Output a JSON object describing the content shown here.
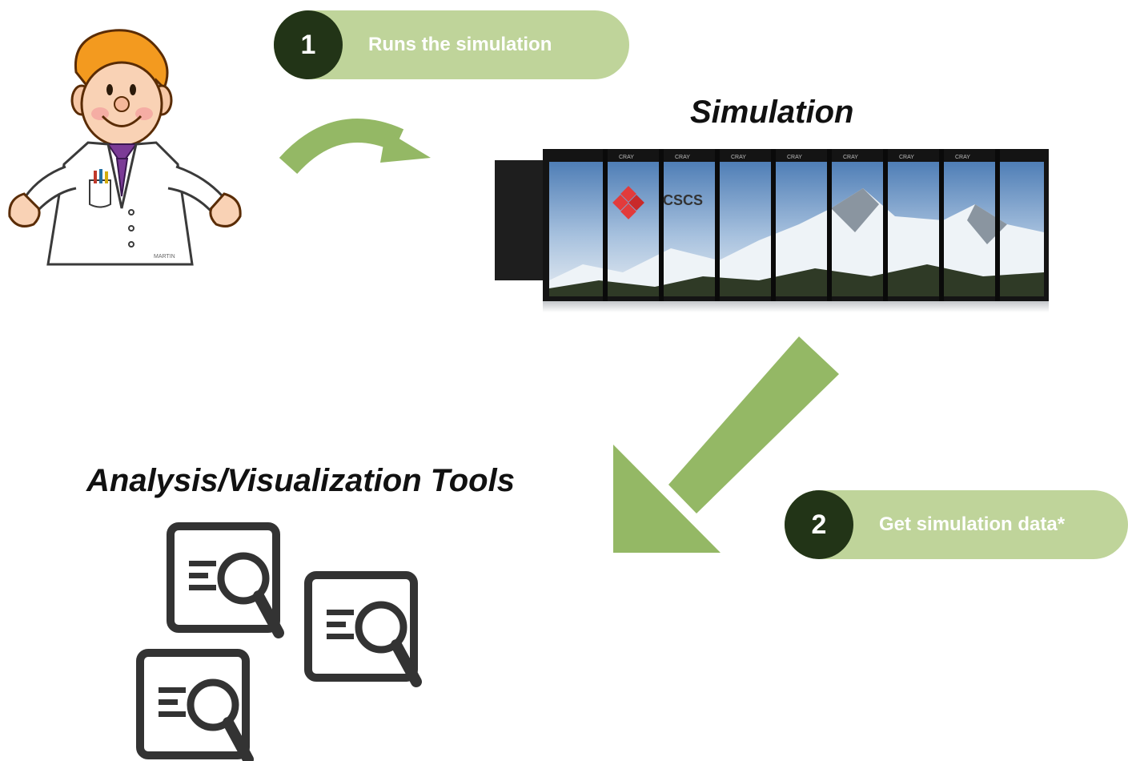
{
  "steps": [
    {
      "number": "1",
      "label": "Runs the simulation"
    },
    {
      "number": "2",
      "label": "Get simulation data*"
    }
  ],
  "titles": {
    "simulation": "Simulation",
    "analysis": "Analysis/Visualization Tools"
  },
  "supercomputer": {
    "brand_logo": "CSCS",
    "cabinet_label": "CRAY"
  },
  "scientist": {
    "signature": "MARTIN"
  },
  "colors": {
    "arrow_green": "#94b865",
    "pill_green": "#bfd49a",
    "circle_dark": "#223417",
    "icon_dark": "#333333",
    "logo_red": "#e23b3b"
  },
  "icons": [
    "scientist-icon",
    "supercomputer-icon",
    "analysis-document-icon"
  ]
}
